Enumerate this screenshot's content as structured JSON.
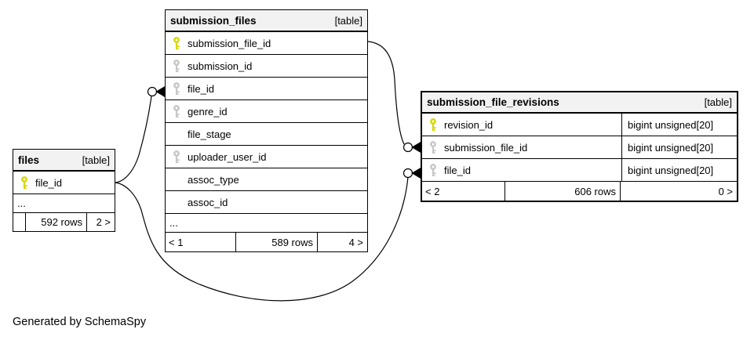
{
  "credit": "Generated by SchemaSpy",
  "colors": {
    "header-bg": "#f2f2f2",
    "pk-key": "#d6d600",
    "fk-key": "#c6c6c6",
    "edge": "#000000"
  },
  "tables": {
    "files": {
      "name": "files",
      "badge": "[table]",
      "rows": [
        {
          "label": "file_id",
          "key": "primary"
        }
      ],
      "ellipsis": "...",
      "footer": {
        "left": "",
        "center": "592 rows",
        "right": "2 >"
      }
    },
    "submission_files": {
      "name": "submission_files",
      "badge": "[table]",
      "rows": [
        {
          "label": "submission_file_id",
          "key": "primary"
        },
        {
          "label": "submission_id",
          "key": "foreign"
        },
        {
          "label": "file_id",
          "key": "foreign"
        },
        {
          "label": "genre_id",
          "key": "foreign"
        },
        {
          "label": "file_stage",
          "key": "none"
        },
        {
          "label": "uploader_user_id",
          "key": "foreign"
        },
        {
          "label": "assoc_type",
          "key": "none"
        },
        {
          "label": "assoc_id",
          "key": "none"
        }
      ],
      "ellipsis": "...",
      "footer": {
        "left": "< 1",
        "center": "589 rows",
        "right": "4 >"
      }
    },
    "submission_file_revisions": {
      "name": "submission_file_revisions",
      "badge": "[table]",
      "rows": [
        {
          "label": "revision_id",
          "type": "bigint unsigned[20]",
          "key": "primary"
        },
        {
          "label": "submission_file_id",
          "type": "bigint unsigned[20]",
          "key": "foreign"
        },
        {
          "label": "file_id",
          "type": "bigint unsigned[20]",
          "key": "foreign"
        }
      ],
      "footer": {
        "left": "< 2",
        "center": "606 rows",
        "right": "0 >"
      }
    }
  },
  "relationships": [
    {
      "from": "files.file_id",
      "to": "submission_files.file_id"
    },
    {
      "from": "files.file_id",
      "to": "submission_file_revisions.file_id"
    },
    {
      "from": "submission_files.submission_file_id",
      "to": "submission_file_revisions.submission_file_id"
    }
  ]
}
